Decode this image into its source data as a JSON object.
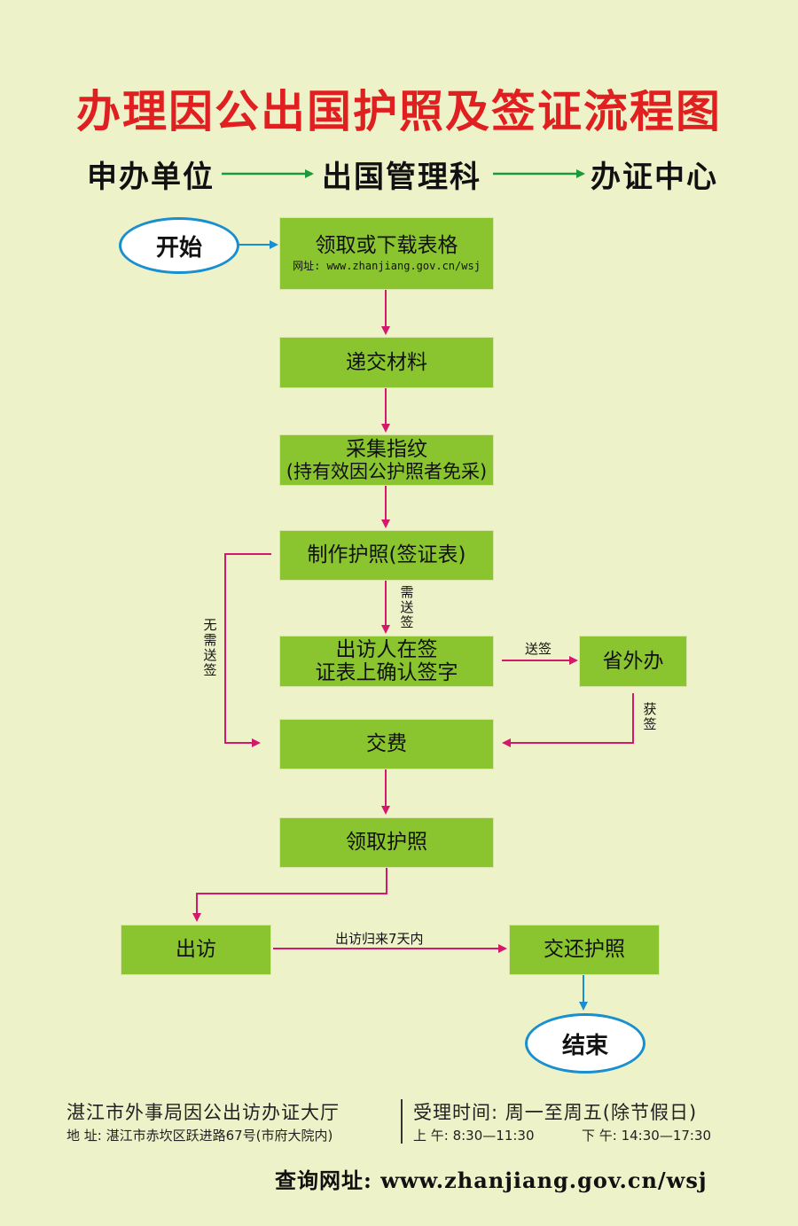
{
  "title": "办理因公出国护照及签证流程图",
  "flow": {
    "unit": "申办单位",
    "office": "出国管理科",
    "center": "办证中心"
  },
  "nodes": {
    "start": "开始",
    "download": "领取或下载表格",
    "download_url": "网址: www.zhanjiang.gov.cn/wsj",
    "submit": "递交材料",
    "fingerprint": "采集指纹",
    "fingerprint_note": "(持有效因公护照者免采)",
    "make_passport": "制作护照(签证表)",
    "confirm_line1": "出访人在签",
    "confirm_line2": "证表上确认签字",
    "provincial": "省外办",
    "pay": "交费",
    "collect": "领取护照",
    "visit": "出访",
    "return_passport": "交还护照",
    "end": "结束"
  },
  "edges": {
    "needs_visa": "需送签",
    "no_visa": "无需送签",
    "send_visa": "送签",
    "visa_obtained": "获签",
    "return_within": "出访归来7天内"
  },
  "footer": {
    "hall": "湛江市外事局因公出访办证大厅",
    "address": "地  址: 湛江市赤坎区跃进路67号(市府大院内)",
    "hours_title": "受理时间: 周一至周五(除节假日)",
    "morning": "上 午: 8:30—11:30",
    "afternoon": "下 午: 14:30—17:30",
    "query": "查询网址: www.zhanjiang.gov.cn/wsj"
  },
  "colors": {
    "title": "#e02020",
    "box": "#8ac530",
    "background": "#eef2c8",
    "arrow_main": "#d4186c",
    "arrow_blue": "#1a8fd0",
    "arrow_green": "#1a9a3a"
  }
}
